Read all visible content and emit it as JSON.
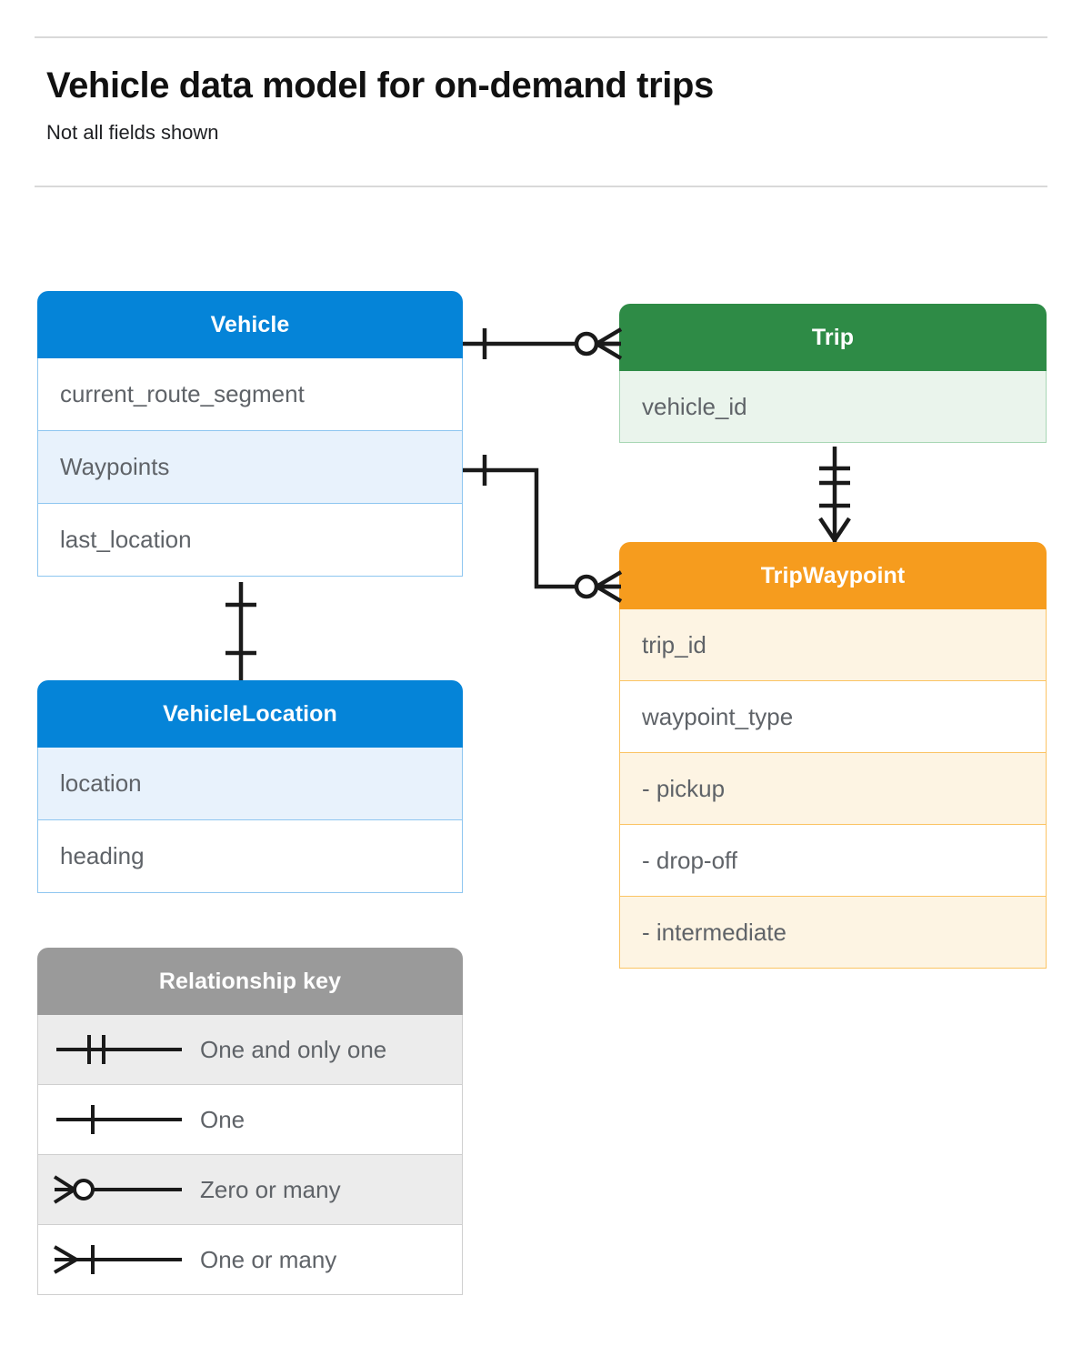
{
  "header": {
    "title": "Vehicle data model for on-demand trips",
    "subtitle": "Not all fields shown"
  },
  "colors": {
    "blue": "#0584d8",
    "blue_row_alt": "#e8f2fc",
    "blue_border": "#8ec6f0",
    "green": "#2e8b46",
    "green_row_alt": "#eaf4ec",
    "green_border": "#a8d6b4",
    "orange": "#f69c1e",
    "orange_row_alt": "#fdf4e3",
    "orange_border": "#fbc464",
    "gray": "#9a9a9a",
    "gray_row_alt": "#ececec",
    "text": "#5f6368",
    "line": "#1a1a1a"
  },
  "entities": [
    {
      "id": "vehicle",
      "name": "Vehicle",
      "theme": "blue",
      "fields": [
        {
          "label": "current_route_segment",
          "highlight": false
        },
        {
          "label": "Waypoints",
          "highlight": true
        },
        {
          "label": "last_location",
          "highlight": false
        }
      ]
    },
    {
      "id": "vehiclelocation",
      "name": "VehicleLocation",
      "theme": "blue",
      "fields": [
        {
          "label": "location",
          "highlight": true
        },
        {
          "label": "heading",
          "highlight": false
        }
      ]
    },
    {
      "id": "trip",
      "name": "Trip",
      "theme": "green",
      "fields": [
        {
          "label": "vehicle_id",
          "highlight": true
        }
      ]
    },
    {
      "id": "tripwaypoint",
      "name": "TripWaypoint",
      "theme": "orange",
      "fields": [
        {
          "label": "trip_id",
          "highlight": true
        },
        {
          "label": "waypoint_type",
          "highlight": false
        },
        {
          "label": "-  pickup",
          "highlight": true
        },
        {
          "label": "-  drop-off",
          "highlight": false
        },
        {
          "label": "-  intermediate",
          "highlight": true
        }
      ]
    }
  ],
  "legend": {
    "title": "Relationship key",
    "rows": [
      {
        "symbol": "one-and-only-one",
        "label": "One and only one"
      },
      {
        "symbol": "one",
        "label": "One"
      },
      {
        "symbol": "zero-or-many",
        "label": "Zero or many"
      },
      {
        "symbol": "one-or-many",
        "label": "One or many"
      }
    ]
  },
  "relationships": [
    {
      "id": "vehicle-to-trip",
      "from": "Vehicle",
      "to": "Trip",
      "from_cardinality": "one",
      "to_cardinality": "zero-or-many"
    },
    {
      "id": "vehicle-waypoints-to-tripwaypoint",
      "from": "Vehicle.Waypoints",
      "to": "TripWaypoint",
      "from_cardinality": "one",
      "to_cardinality": "zero-or-many"
    },
    {
      "id": "trip-to-tripwaypoint",
      "from": "Trip",
      "to": "TripWaypoint",
      "from_cardinality": "one-and-only-one",
      "to_cardinality": "one-or-many"
    },
    {
      "id": "vehicle-to-vehiclelocation",
      "from": "Vehicle",
      "to": "VehicleLocation",
      "from_cardinality": "one",
      "to_cardinality": "one"
    }
  ]
}
